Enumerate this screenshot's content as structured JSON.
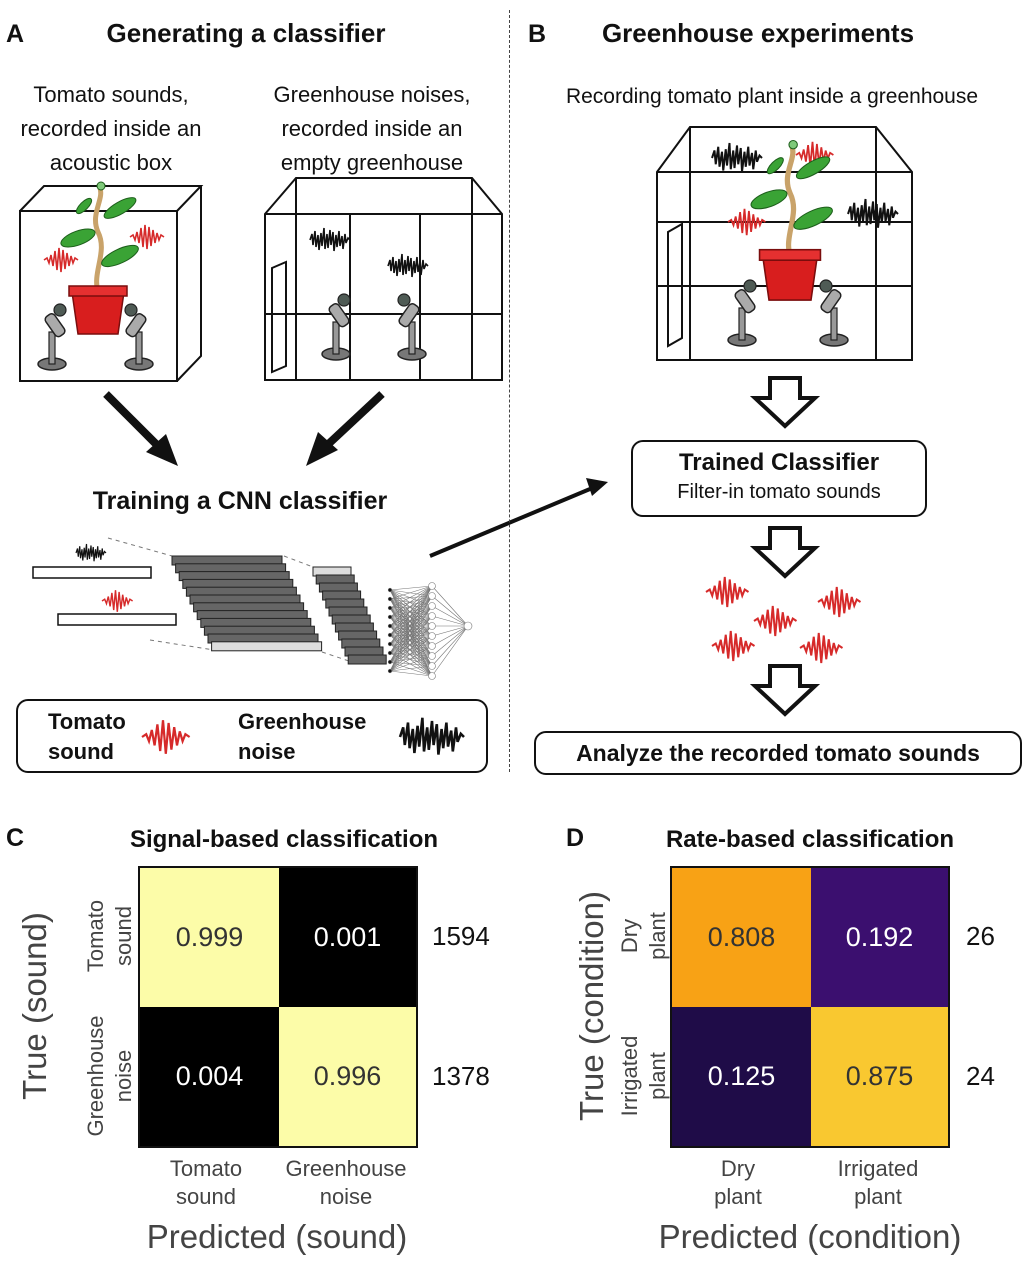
{
  "panel_a": {
    "letter": "A",
    "title": "Generating a classifier",
    "box_caption": [
      "Tomato sounds,",
      "recorded inside an",
      "acoustic box"
    ],
    "greenhouse_caption": [
      "Greenhouse noises,",
      "recorded inside an",
      "empty greenhouse"
    ],
    "training_title": "Training a CNN classifier",
    "legend": {
      "tomato_label": [
        "Tomato",
        "sound"
      ],
      "noise_label": [
        "Greenhouse",
        "noise"
      ]
    }
  },
  "panel_b": {
    "letter": "B",
    "title": "Greenhouse experiments",
    "caption": "Recording tomato plant inside a greenhouse",
    "classifier_title": "Trained Classifier",
    "classifier_subtitle": "Filter-in tomato sounds",
    "analyze_label": "Analyze the recorded tomato sounds"
  },
  "colors": {
    "tomato_wave": "#d62a2a",
    "noise_wave": "#111111",
    "pot_red": "#d81e1e",
    "leaf_green": "#3aa335",
    "cm_c_high": "#fcfca8",
    "cm_c_low": "#000000",
    "cm_d_808": "#f8a215",
    "cm_d_192": "#3b0f6f",
    "cm_d_125": "#1f0c48",
    "cm_d_875": "#f9c830"
  },
  "chart_data": [
    {
      "type": "heatmap",
      "letter": "C",
      "title": "Signal-based classification",
      "xlabel": "Predicted (sound)",
      "ylabel": "True (sound)",
      "x_categories": [
        "Tomato sound",
        "Greenhouse noise"
      ],
      "y_categories": [
        "Tomato sound",
        "Greenhouse noise"
      ],
      "x_tick_lines": [
        [
          "Tomato",
          "sound"
        ],
        [
          "Greenhouse",
          "noise"
        ]
      ],
      "y_tick_lines": [
        [
          "Tomato",
          "sound"
        ],
        [
          "Greenhouse",
          "noise"
        ]
      ],
      "values": [
        [
          "0.999",
          "0.001"
        ],
        [
          "0.004",
          "0.996"
        ]
      ],
      "row_counts": [
        "1594",
        "1378"
      ]
    },
    {
      "type": "heatmap",
      "letter": "D",
      "title": "Rate-based classification",
      "xlabel": "Predicted (condition)",
      "ylabel": "True (condition)",
      "x_categories": [
        "Dry plant",
        "Irrigated plant"
      ],
      "y_categories": [
        "Dry plant",
        "Irrigated plant"
      ],
      "x_tick_lines": [
        [
          "Dry",
          "plant"
        ],
        [
          "Irrigated",
          "plant"
        ]
      ],
      "y_tick_lines": [
        [
          "Dry",
          "plant"
        ],
        [
          "Irrigated",
          "plant"
        ]
      ],
      "values": [
        [
          "0.808",
          "0.192"
        ],
        [
          "0.125",
          "0.875"
        ]
      ],
      "row_counts": [
        "26",
        "24"
      ]
    }
  ]
}
